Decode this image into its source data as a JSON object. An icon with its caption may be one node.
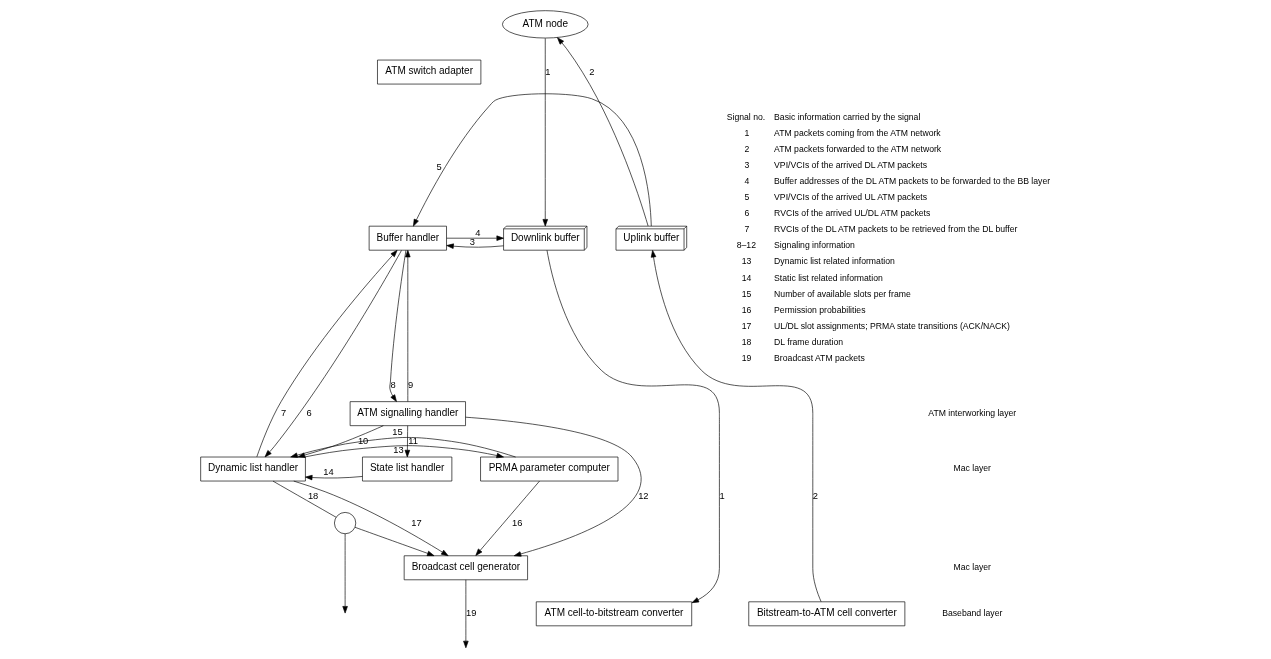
{
  "diagram": {
    "nodes": [
      {
        "text": [
          "ATM node"
        ]
      },
      {
        "text": [
          "ATM switch adapter"
        ]
      },
      {
        "text": [
          "Downlink buffer"
        ]
      },
      {
        "text": [
          "Buffer handler"
        ]
      },
      {
        "text": [
          "Uplink buffer"
        ]
      },
      {
        "text": [
          "ATM signalling handler"
        ]
      },
      {
        "text": [
          "PRMA parameter computer"
        ]
      },
      {
        "text": [
          "Dynamic list handler"
        ]
      },
      {
        "text": [
          "State list handler"
        ]
      },
      {
        "text": [],
        "shape": "circle"
      },
      {
        "text": [
          "Broadcast cell generator"
        ]
      },
      {
        "text": [
          "ATM cell-to-bitstream converter"
        ]
      },
      {
        "text": [
          "Bitstream-to-ATM cell converter"
        ]
      }
    ],
    "edges": [
      {
        "from": 0,
        "to": 2,
        "arrow": "to",
        "label": "1"
      },
      {
        "from": 4,
        "to": 0,
        "arrow": "to",
        "label": "2"
      },
      {
        "from": 2,
        "to": 3,
        "arrow": "to",
        "label": "3"
      },
      {
        "from": 3,
        "to": 2,
        "arrow": "to",
        "label": "4"
      },
      {
        "from": 4,
        "to": 3,
        "arrow": "to",
        "label": "5"
      },
      {
        "from": 3,
        "to": 7,
        "arrow": "to",
        "label": "6"
      },
      {
        "from": 7,
        "to": 3,
        "arrow": "to",
        "label": "7"
      },
      {
        "from": 3,
        "to": 5,
        "arrow": "to",
        "label": "8"
      },
      {
        "from": 5,
        "to": 3,
        "arrow": "to",
        "label": "9"
      },
      {
        "from": 5,
        "to": 7,
        "arrow": "to",
        "label": "10"
      },
      {
        "from": 5,
        "to": 8,
        "arrow": "to",
        "label": "11"
      },
      {
        "from": 5,
        "to": 10,
        "arrow": "to",
        "label": "12"
      },
      {
        "from": 7,
        "to": 6,
        "arrow": "to",
        "label": "13"
      },
      {
        "from": 8,
        "to": 7,
        "arrow": "to",
        "label": "14"
      },
      {
        "from": 6,
        "to": 7,
        "arrow": "to",
        "label": "15"
      },
      {
        "from": 6,
        "to": 10,
        "arrow": "to",
        "label": "16"
      },
      {
        "from": 7,
        "to": 10,
        "arrow": "to",
        "label": "17"
      },
      {
        "from": 7,
        "to": 9,
        "arrow": "none",
        "label": "18"
      },
      {
        "from": 9,
        "to": 10,
        "arrow": "to"
      },
      {
        "from": 9,
        "to": null,
        "arrow": "to"
      },
      {
        "from": 10,
        "to": null,
        "arrow": "to",
        "label": "19"
      },
      {
        "from": 2,
        "to": 11,
        "arrow": "to",
        "label": "1"
      },
      {
        "from": 12,
        "to": 4,
        "arrow": "to",
        "label": "2"
      }
    ],
    "labels": [
      "ATM interworking layer",
      "Mac layer",
      "Mac layer",
      "Baseband layer",
      "Signal no.",
      "Basic information carried by the signal",
      "1",
      "ATM packets coming from the ATM network",
      "2",
      "ATM packets forwarded to the ATM network",
      "3",
      "VPI/VCIs of the arrived DL ATM packets",
      "4",
      "Buffer addresses of the DL ATM packets to be forwarded to the BB layer",
      "5",
      "VPI/VCIs of the arrived UL ATM packets",
      "6",
      "RVCIs of the arrived UL/DL ATM packets",
      "7",
      "RVCIs of the DL ATM packets to be retrieved from the DL buffer",
      "8–12",
      "Signaling information",
      "13",
      "Dynamic list related information",
      "14",
      "Static list related information",
      "15",
      "Number of available slots per frame",
      "16",
      "Permission probabilities",
      "17",
      "UL/DL slot assignments; PRMA state transitions (ACK/NACK)",
      "18",
      "DL frame duration",
      "19",
      "Broadcast ATM packets"
    ]
  }
}
